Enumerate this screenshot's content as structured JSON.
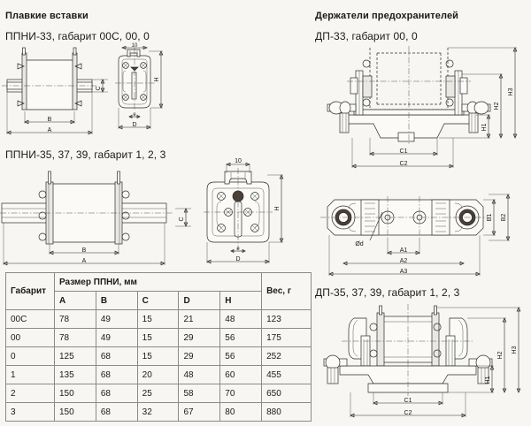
{
  "left_column": {
    "heading": "Плавкие вставки",
    "drawing1_caption": "ППНИ-33, габарит 00С, 00, 0",
    "drawing2_caption": "ППНИ-35, 37, 39, габарит 1, 2, 3",
    "dimension_labels": {
      "a": "A",
      "b": "B",
      "c": "C",
      "d": "D",
      "h": "H",
      "e": "e",
      "ten": "10"
    }
  },
  "right_column": {
    "heading": "Держатели предохранителей",
    "drawing1_caption": "ДП-33, габарит 00, 0",
    "drawing2_caption": "ДП-35, 37, 39, габарит 1, 2, 3",
    "dimension_labels": {
      "h1": "H1",
      "h2": "H2",
      "h3": "H3",
      "c1": "C1",
      "c2": "C2",
      "a1": "A1",
      "a2": "A2",
      "a3": "A3",
      "b1": "B1",
      "b2": "B2",
      "dia_d": "Ød"
    }
  },
  "table": {
    "header_group_gabarit": "Габарит",
    "header_group_size": "Размер ППНИ, мм",
    "header_group_weight": "Вес, г",
    "sub_headers": [
      "A",
      "B",
      "C",
      "D",
      "H"
    ],
    "rows": [
      {
        "gabarit": "00С",
        "A": "78",
        "B": "49",
        "C": "15",
        "D": "21",
        "H": "48",
        "weight": "123"
      },
      {
        "gabarit": "00",
        "A": "78",
        "B": "49",
        "C": "15",
        "D": "29",
        "H": "56",
        "weight": "175"
      },
      {
        "gabarit": "0",
        "A": "125",
        "B": "68",
        "C": "15",
        "D": "29",
        "H": "56",
        "weight": "252"
      },
      {
        "gabarit": "1",
        "A": "135",
        "B": "68",
        "C": "20",
        "D": "48",
        "H": "60",
        "weight": "455"
      },
      {
        "gabarit": "2",
        "A": "150",
        "B": "68",
        "C": "25",
        "D": "58",
        "H": "70",
        "weight": "650"
      },
      {
        "gabarit": "3",
        "A": "150",
        "B": "68",
        "C": "32",
        "D": "67",
        "H": "80",
        "weight": "880"
      }
    ]
  },
  "colors": {
    "background": "#f7f6f2",
    "line": "#2b2b2b",
    "table_border": "#8a8a86"
  }
}
